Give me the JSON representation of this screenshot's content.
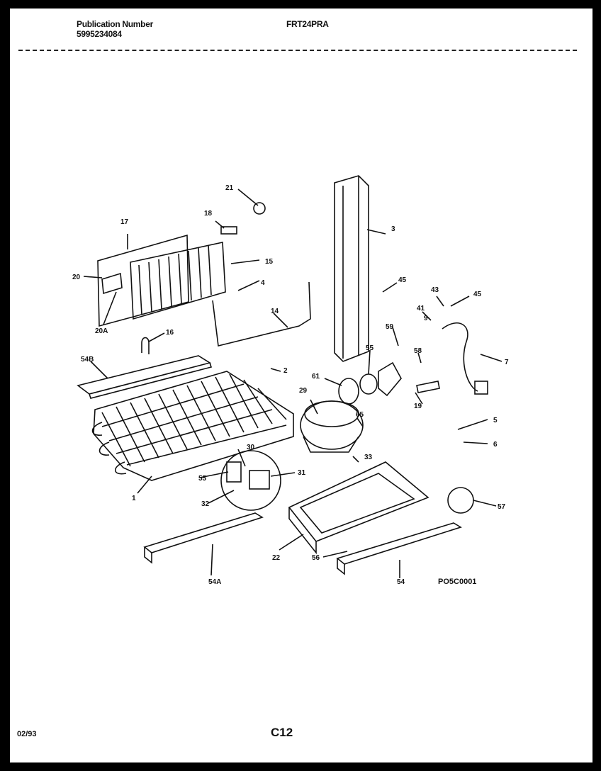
{
  "header": {
    "publication_label": "Publication Number",
    "publication_number": "5995234084",
    "model": "FRT24PRA"
  },
  "diagram": {
    "reference_code": "PO5C0001",
    "callouts": [
      "21",
      "18",
      "17",
      "15",
      "20",
      "4",
      "14",
      "20A",
      "16",
      "54B",
      "2",
      "1",
      "3",
      "45",
      "43",
      "45",
      "41",
      "9",
      "7",
      "59",
      "55",
      "58",
      "61",
      "29",
      "19",
      "5",
      "6",
      "30",
      "55",
      "31",
      "32",
      "65",
      "33",
      "57",
      "22",
      "56",
      "54A",
      "54"
    ]
  },
  "footer": {
    "date": "02/93",
    "page": "C12"
  }
}
